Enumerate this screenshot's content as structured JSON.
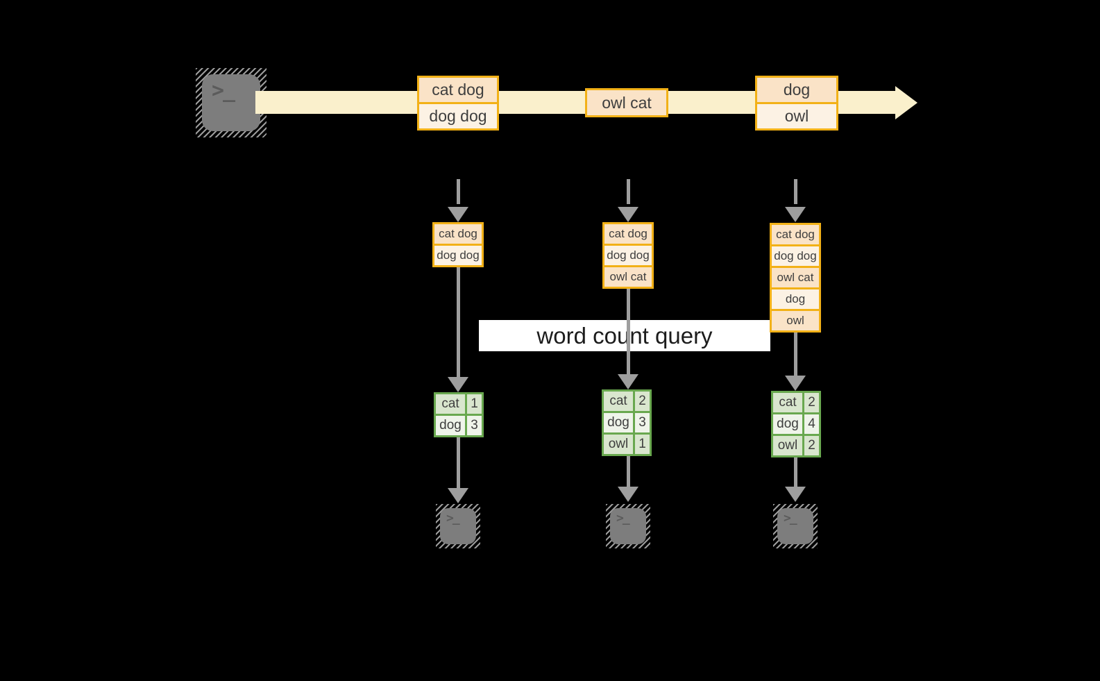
{
  "query_label": "word count query",
  "terminal_prompt": ">_",
  "stream": {
    "events": [
      {
        "lines": [
          "cat dog",
          "dog dog"
        ]
      },
      {
        "lines": [
          "owl cat"
        ]
      },
      {
        "lines": [
          "dog",
          "owl"
        ]
      }
    ]
  },
  "columns": [
    {
      "buffer": [
        "cat dog",
        "dog dog"
      ],
      "counts": [
        [
          "cat",
          "1"
        ],
        [
          "dog",
          "3"
        ]
      ]
    },
    {
      "buffer": [
        "cat dog",
        "dog dog",
        "owl cat"
      ],
      "counts": [
        [
          "cat",
          "2"
        ],
        [
          "dog",
          "3"
        ],
        [
          "owl",
          "1"
        ]
      ]
    },
    {
      "buffer": [
        "cat dog",
        "dog dog",
        "owl cat",
        "dog",
        "owl"
      ],
      "counts": [
        [
          "cat",
          "2"
        ],
        [
          "dog",
          "4"
        ],
        [
          "owl",
          "2"
        ]
      ]
    }
  ],
  "colors": {
    "background": "#000000",
    "stream_band": "#FAF0CC",
    "event_border": "#F2B117",
    "event_fill_dark": "#FAE3C7",
    "event_fill_light": "#FCF2E4",
    "table_border": "#69A84F",
    "table_fill_dark": "#D9E6CE",
    "table_fill_light": "#EFF4EA",
    "arrow_gray": "#9E9E9E",
    "terminal_gray": "#7D7D7D",
    "query_label_bg": "#FFFFFF"
  }
}
